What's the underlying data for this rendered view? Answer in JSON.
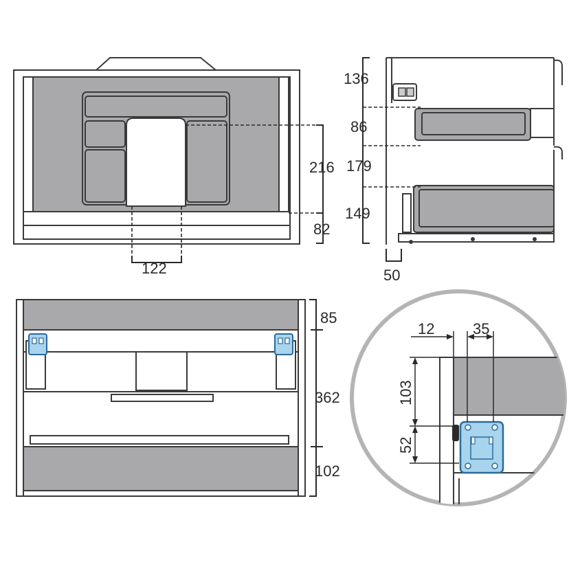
{
  "colors": {
    "panel": "#a9a9ab",
    "frame_stroke": "#3a3a3a",
    "dim_line": "#2a2a2a",
    "hinge_fill": "#a8d4ee",
    "hinge_stroke": "#2a6a9a",
    "magnifier_ring": "#b4b4b4",
    "background": "#ffffff"
  },
  "front_view": {
    "dim_height_upper": "216",
    "dim_height_plinth": "82",
    "dim_cutout_width": "122"
  },
  "side_view": {
    "dim_top": "136",
    "dim_drawer_upper": "86",
    "dim_gap": "179",
    "dim_drawer_lower": "149",
    "dim_depth_offset": "50",
    "icons": [
      "hinge-icon"
    ]
  },
  "bottom_view": {
    "dim_top": "85",
    "dim_middle": "362",
    "dim_bottom": "102",
    "icons": [
      "hinge-icon",
      "hinge-icon"
    ]
  },
  "detail_view": {
    "dim_offset_x": "12",
    "dim_hinge_width": "35",
    "dim_offset_y": "103",
    "dim_hinge_height": "52",
    "icons": [
      "magnifier-circle",
      "hinge-icon"
    ]
  }
}
